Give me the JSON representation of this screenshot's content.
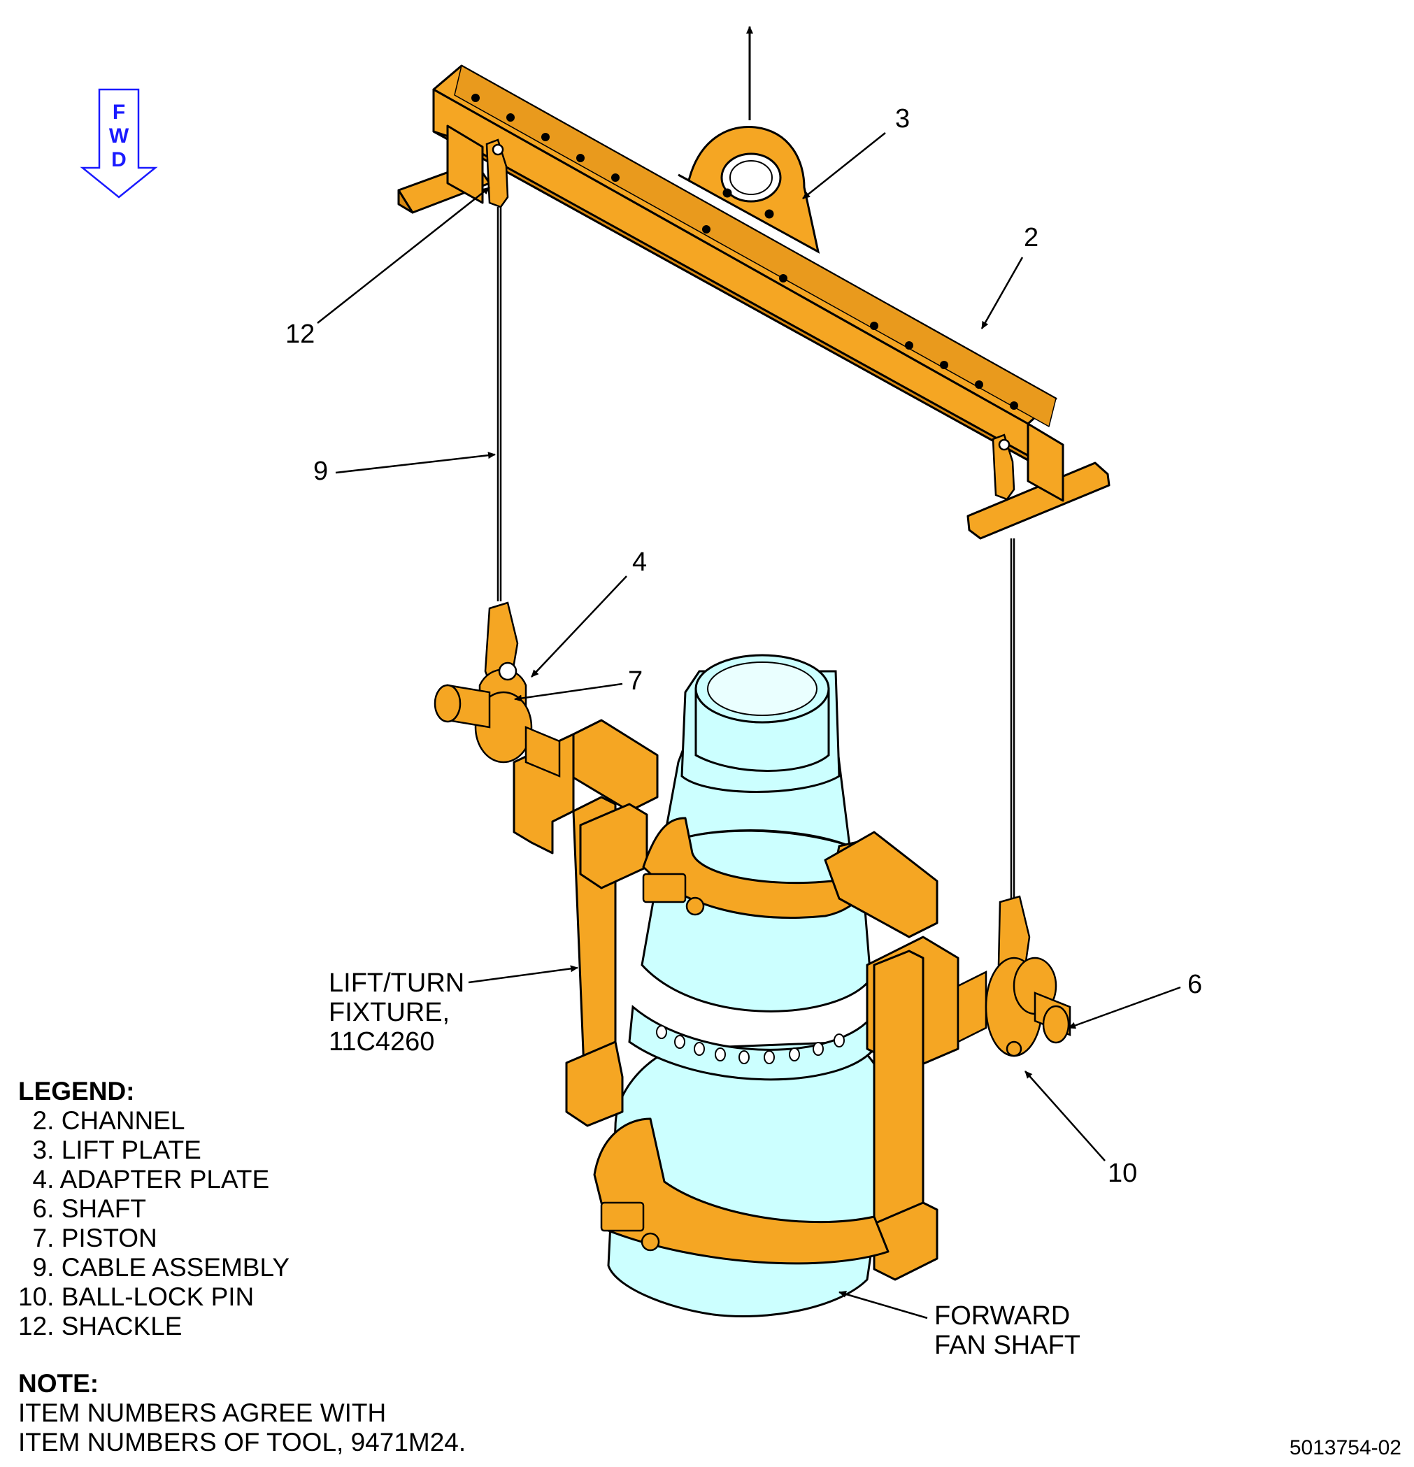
{
  "fwd_arrow": {
    "letters": [
      "F",
      "W",
      "D"
    ],
    "color": "#1a1aff"
  },
  "colors": {
    "fixture": "#f5a623",
    "fixture_dark": "#d98a12",
    "shaft": "#ccffff",
    "line": "#000000"
  },
  "callouts": {
    "c3": "3",
    "c2": "2",
    "c12": "12",
    "c9": "9",
    "c4": "4",
    "c7": "7",
    "c6": "6",
    "c10": "10",
    "lift_turn": [
      "LIFT/TURN",
      "FIXTURE,",
      "11C4260"
    ],
    "forward_fan_shaft": [
      "FORWARD",
      "FAN SHAFT"
    ]
  },
  "legend": {
    "title": "LEGEND:",
    "items": [
      "  2. CHANNEL",
      "  3. LIFT PLATE",
      "  4. ADAPTER PLATE",
      "  6. SHAFT",
      "  7. PISTON",
      "  9. CABLE ASSEMBLY",
      "10. BALL-LOCK PIN",
      "12. SHACKLE"
    ]
  },
  "note": {
    "title": "NOTE:",
    "lines": [
      "ITEM NUMBERS AGREE WITH",
      "ITEM NUMBERS OF TOOL, 9471M24."
    ]
  },
  "doc_id": "5013754-02"
}
